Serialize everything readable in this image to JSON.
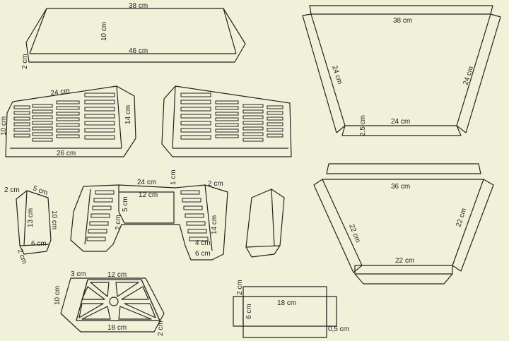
{
  "colors": {
    "background": "#f1f1d9",
    "line": "#222222"
  },
  "labels": {
    "a_38": "38 cm",
    "a_10": "10 cm",
    "a_46": "46 cm",
    "a_2": "2 cm",
    "b_38": "38 cm",
    "b_24l": "24 cm",
    "b_24r": "24 cm",
    "b_24": "24 cm",
    "b_25": "2,5 cm",
    "c_24": "24 cm",
    "c_10": "10 cm",
    "c_14": "14 cm",
    "c_26": "26 cm",
    "e_36": "36 cm",
    "e_22l": "22 cm",
    "e_22r": "22 cm",
    "e_22": "22 cm",
    "f_2": "2 cm",
    "f_5": "5 cm",
    "f_13": "13 cm",
    "f_10": "10 cm",
    "f_6": "6 cm",
    "f_2b": "2 cm",
    "g_24": "24 cm",
    "g_1": "1 cm",
    "g_2": "2 cm",
    "g_12": "12 cm",
    "g_5": "5 cm",
    "g_2m": "2 cm",
    "g_14": "14 cm",
    "g_4": "4 cm",
    "g_6": "6 cm",
    "i_3": "3 cm",
    "i_12": "12 cm",
    "i_10": "10 cm",
    "i_18": "18 cm",
    "i_2": "2 cm",
    "j_2": "2 cm",
    "j_18": "18 cm",
    "j_6": "6 cm",
    "j_05": "0,5 cm"
  }
}
